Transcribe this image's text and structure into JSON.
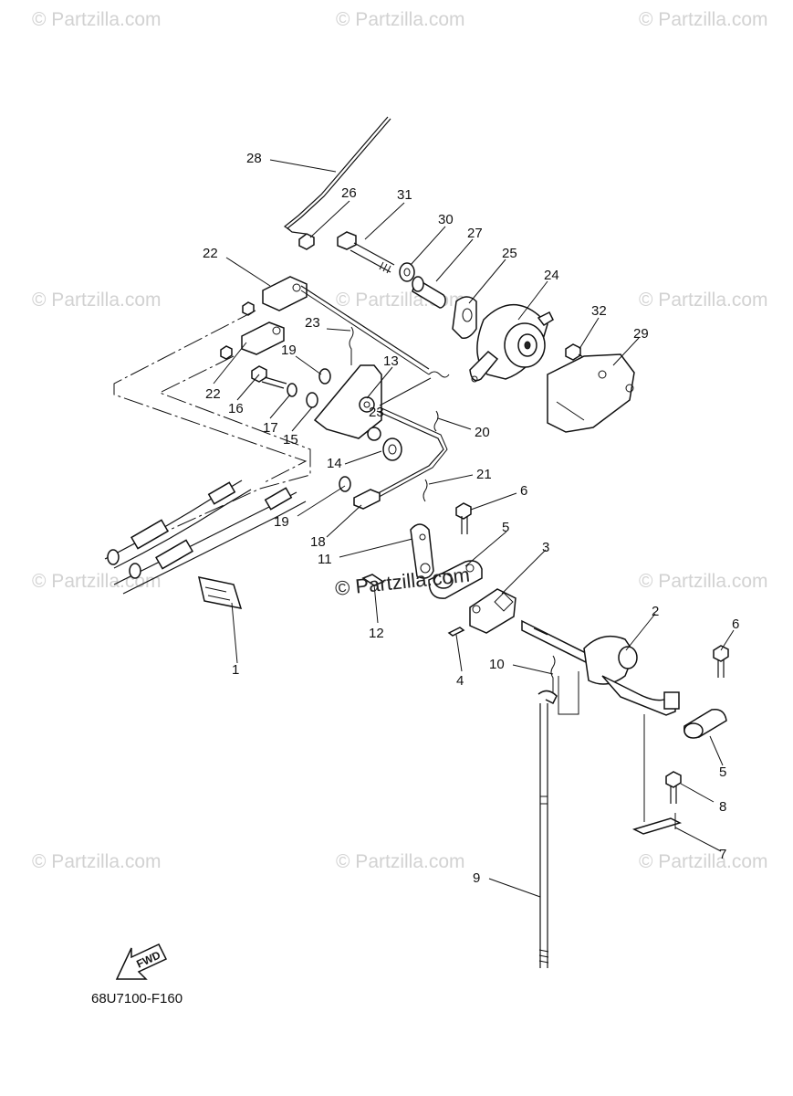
{
  "diagram_code": "68U7100-F160",
  "direction_label": "FWD",
  "watermark": "© Partzilla.com",
  "watermark_small": "© Partzilla.com",
  "callouts": {
    "c1": "1",
    "c2": "2",
    "c3": "3",
    "c4": "4",
    "c5a": "5",
    "c5b": "5",
    "c6a": "6",
    "c6b": "6",
    "c7": "7",
    "c8": "8",
    "c9": "9",
    "c10": "10",
    "c11": "11",
    "c12": "12",
    "c13": "13",
    "c14": "14",
    "c15": "15",
    "c16": "16",
    "c17": "17",
    "c18": "18",
    "c19a": "19",
    "c19b": "19",
    "c20": "20",
    "c21": "21",
    "c22a": "22",
    "c22b": "22",
    "c23a": "23",
    "c23b": "23",
    "c24": "24",
    "c25": "25",
    "c26": "26",
    "c27": "27",
    "c28": "28",
    "c29": "29",
    "c30": "30",
    "c31": "31",
    "c32": "32"
  },
  "colors": {
    "line": "#111111",
    "watermark": "#d2d2d2",
    "background": "#ffffff"
  }
}
